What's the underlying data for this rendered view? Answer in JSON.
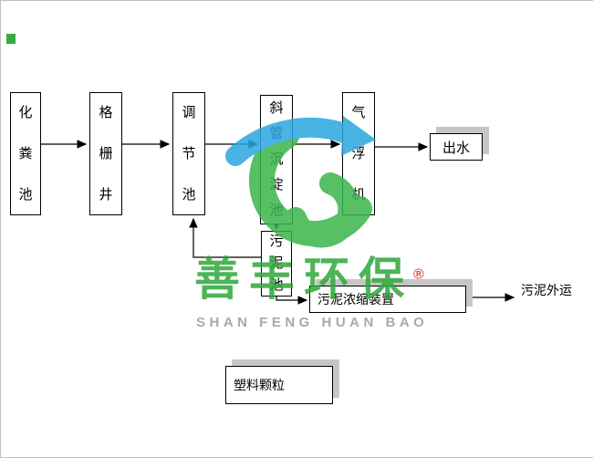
{
  "diagram": {
    "boxes": {
      "septic": {
        "label": "化粪池"
      },
      "grid_well": {
        "label": "格栅井"
      },
      "regulating": {
        "label": "调节池"
      },
      "sedimentation": {
        "label": "斜管沉淀池"
      },
      "air_flotation": {
        "label": "气浮机"
      },
      "effluent": {
        "label": "出水"
      },
      "sludge_tank": {
        "label": "污泥池"
      },
      "thickener": {
        "label": "污泥浓缩装置"
      },
      "plastic": {
        "label": "塑料颗粒"
      }
    },
    "labels": {
      "sludge_out": "污泥外运"
    },
    "flows": [
      {
        "from": "化粪池",
        "to": "格栅井"
      },
      {
        "from": "格栅井",
        "to": "调节池"
      },
      {
        "from": "调节池",
        "to": "斜管沉淀池"
      },
      {
        "from": "斜管沉淀池",
        "to": "气浮机"
      },
      {
        "from": "气浮机",
        "to": "出水"
      },
      {
        "from": "斜管沉淀池",
        "to": "污泥池"
      },
      {
        "from": "污泥池",
        "to": "调节池"
      },
      {
        "from": "污泥池",
        "to": "污泥浓缩装置"
      },
      {
        "from": "污泥浓缩装置",
        "to": "污泥外运"
      }
    ]
  },
  "watermark": {
    "name_cn": "善丰环保",
    "registered_mark": "®",
    "name_en": "SHAN FENG HUAN BAO",
    "colors": {
      "green": "#2fa83c",
      "blue": "#2aa7df",
      "text_gray": "#9b9b9b",
      "red": "#e02020"
    }
  }
}
